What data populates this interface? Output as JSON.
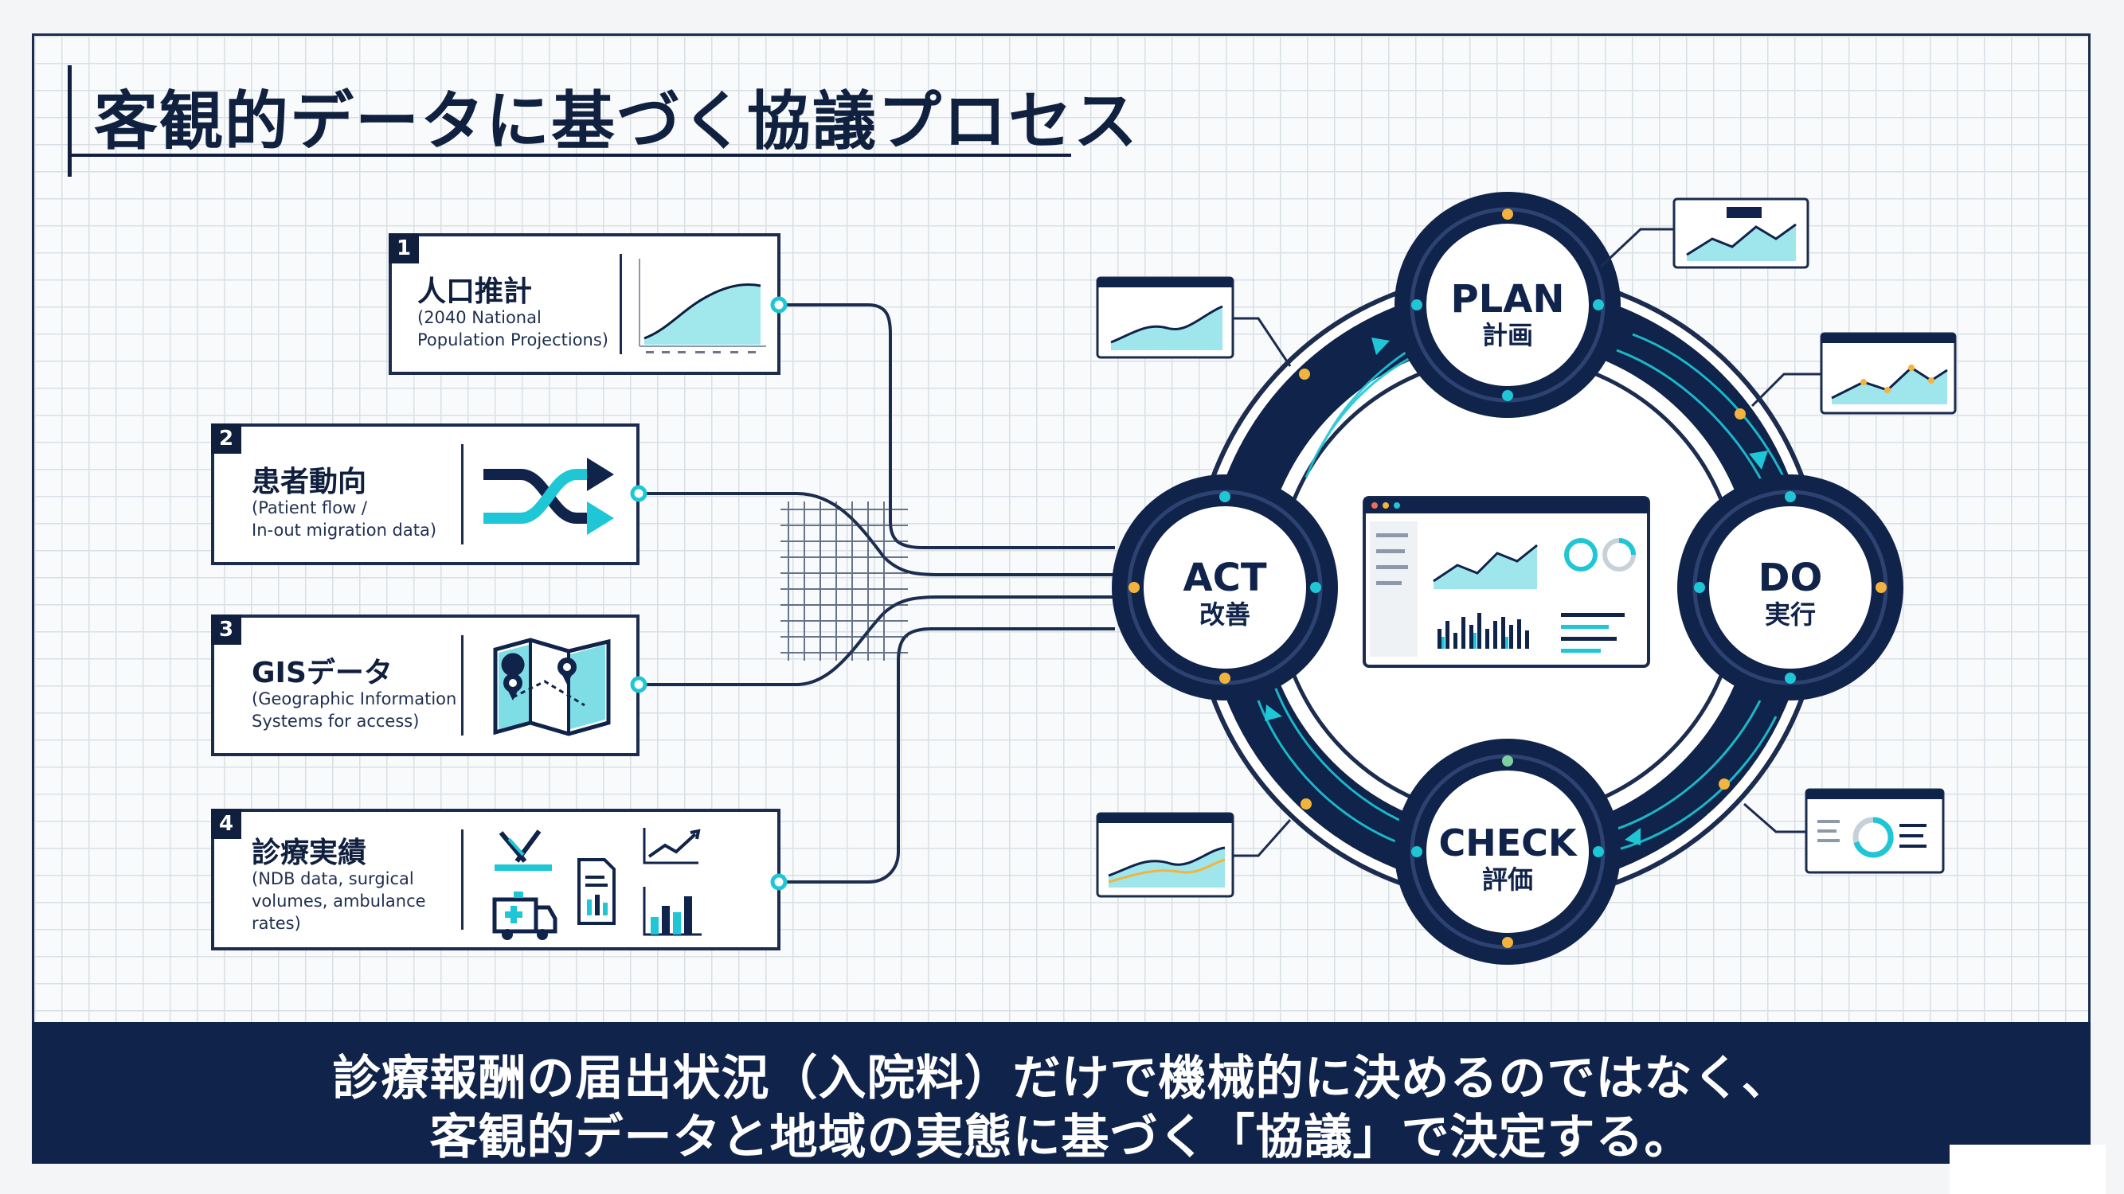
{
  "title": "客観的データに基づく協議プロセス",
  "inputs": [
    {
      "num": "1",
      "heading": "人口推計",
      "sub": "(2040 National\nPopulation Projections)",
      "icon": "area-chart-icon"
    },
    {
      "num": "2",
      "heading": "患者動向",
      "sub": "(Patient flow /\nIn-out migration data)",
      "icon": "shuffle-arrows-icon"
    },
    {
      "num": "3",
      "heading": "GISデータ",
      "sub": "(Geographic Information\nSystems for access)",
      "icon": "folded-map-icon"
    },
    {
      "num": "4",
      "heading": "診療実績",
      "sub": "(NDB data, surgical\nvolumes, ambulance\nrates)",
      "icon": "medical-stats-icon"
    }
  ],
  "cycle": [
    {
      "en": "PLAN",
      "ja": "計画"
    },
    {
      "en": "DO",
      "ja": "実行"
    },
    {
      "en": "CHECK",
      "ja": "評価"
    },
    {
      "en": "ACT",
      "ja": "改善"
    }
  ],
  "banner": {
    "line1": "診療報酬の届出状況（入院料）だけで機械的に決めるのではなく、",
    "line2": "客観的データと地域の実態に基づく「協議」で決定する。"
  },
  "colors": {
    "navy": "#10234a",
    "accent": "#1ec6d6",
    "amber": "#f2b43c"
  }
}
